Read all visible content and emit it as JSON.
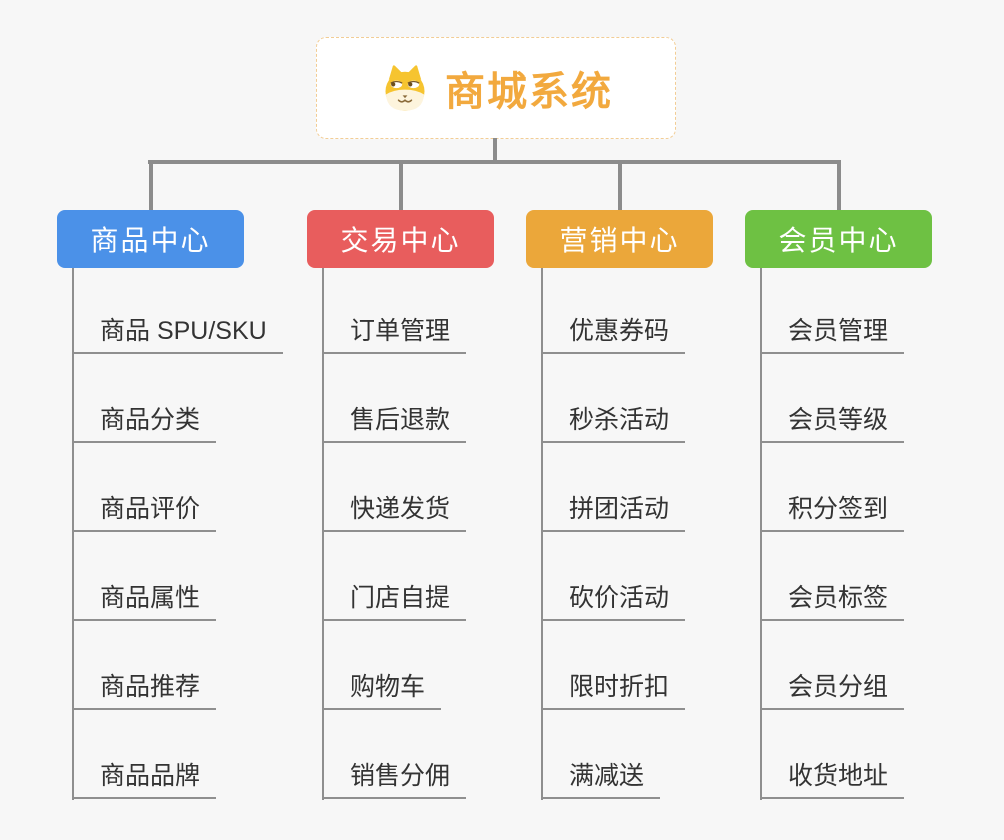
{
  "root": {
    "title": "商城系统",
    "icon": "dog-face-icon",
    "text_color": "#f2a93e",
    "border_color": "#f2cd95",
    "background": "#ffffff"
  },
  "connector_color": "#8c8c8c",
  "leaf_text_color": "#333333",
  "background_color": "#f7f7f7",
  "branches": [
    {
      "label": "商品中心",
      "color": "#4b91e8",
      "items": [
        "商品 SPU/SKU",
        "商品分类",
        "商品评价",
        "商品属性",
        "商品推荐",
        "商品品牌"
      ]
    },
    {
      "label": "交易中心",
      "color": "#e85d5d",
      "items": [
        "订单管理",
        "售后退款",
        "快递发货",
        "门店自提",
        "购物车",
        "销售分佣"
      ]
    },
    {
      "label": "营销中心",
      "color": "#eba73a",
      "items": [
        "优惠券码",
        "秒杀活动",
        "拼团活动",
        "砍价活动",
        "限时折扣",
        "满减送"
      ]
    },
    {
      "label": "会员中心",
      "color": "#6ec143",
      "items": [
        "会员管理",
        "会员等级",
        "积分签到",
        "会员标签",
        "会员分组",
        "收货地址"
      ]
    }
  ]
}
